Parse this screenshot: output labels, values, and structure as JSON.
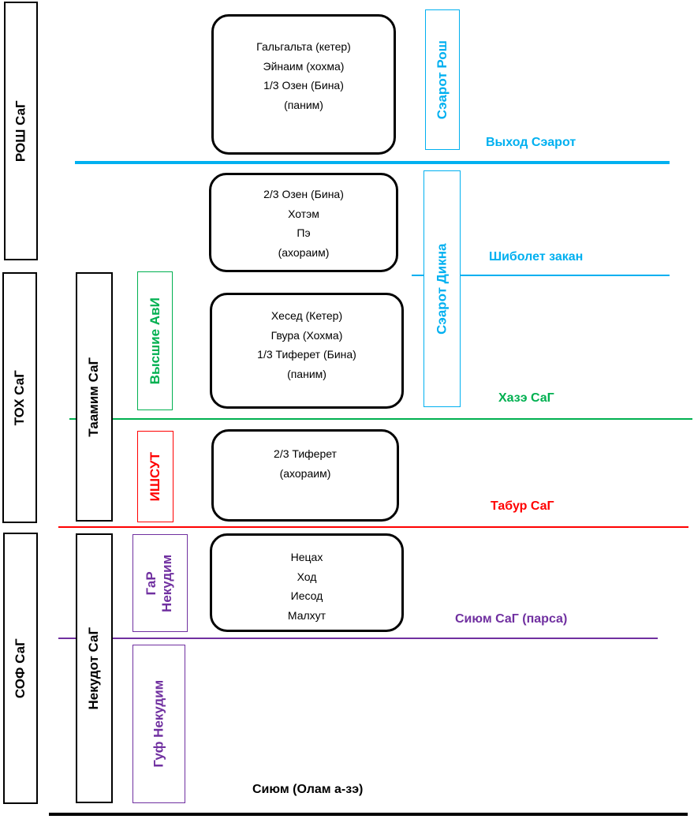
{
  "colors": {
    "black": "#000000",
    "cyan": "#00b0f0",
    "green": "#00b050",
    "red": "#ff0000",
    "purple": "#7030a0"
  },
  "left_columns": {
    "rosh": "РОШ СаГ",
    "toh": "ТОХ СаГ",
    "sof": "СОФ СаГ"
  },
  "second_columns": {
    "taamim": "Таамим СаГ",
    "nekudot": "Некудот СаГ"
  },
  "side_boxes": {
    "vysshie_avi": "Высшие АвИ",
    "ishsut": "ИШСУТ",
    "gar_nekudim": [
      "ГаР",
      "Некудим"
    ],
    "guf_nekudim": "Гуф Некудим",
    "saarot_rosh": "Сэарот Рош",
    "saarot_dikna": "Сэарот Дикна"
  },
  "center_boxes": [
    {
      "lines": [
        "Гальгальта (кетер)",
        "Эйнаим (хохма)",
        "1/3 Озен (Бина)",
        "(паним)"
      ]
    },
    {
      "lines": [
        "2/3 Озен (Бина)",
        "Хотэм",
        "Пэ",
        "(ахораим)"
      ]
    },
    {
      "lines": [
        "Хесед (Кетер)",
        "Гвура (Хохма)",
        "1/3 Тиферет (Бина)",
        "(паним)"
      ]
    },
    {
      "lines": [
        "2/3 Тиферет",
        "(ахораим)"
      ]
    },
    {
      "lines": [
        "Нецах",
        "Ход",
        "Иесод",
        "Малхут"
      ]
    }
  ],
  "line_labels": {
    "vyhod_saarot": "Выход Сэарот",
    "shibolet_zakan": "Шиболет закан",
    "haze_sag": "Хазэ СаГ",
    "tabur_sag": "Табур СаГ",
    "siyum_sag": "Сиюм СаГ (парса)",
    "siyum_olam": "Сиюм (Олам а-зэ)"
  }
}
